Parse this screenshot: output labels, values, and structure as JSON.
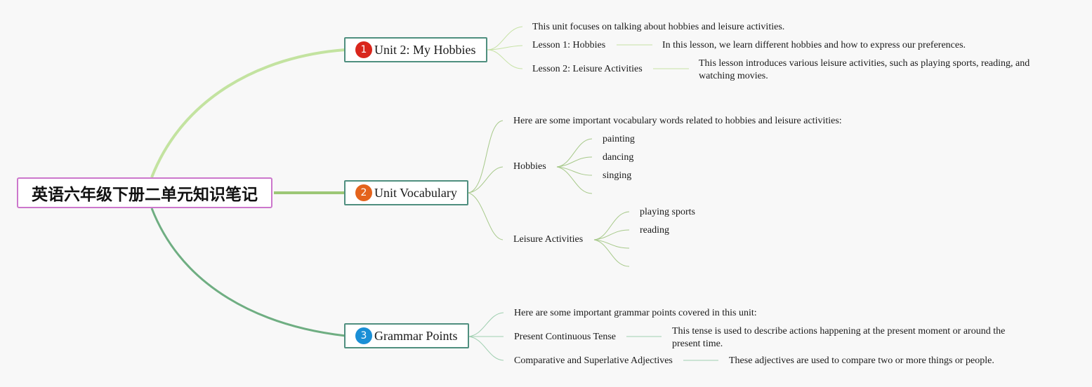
{
  "root": {
    "title": "英语六年级下册二单元知识笔记"
  },
  "branches": [
    {
      "badge": "1",
      "title": "Unit 2: My Hobbies"
    },
    {
      "badge": "2",
      "title": "Unit Vocabulary"
    },
    {
      "badge": "3",
      "title": "Grammar Points"
    }
  ],
  "hobbies": {
    "intro": "This unit focuses on talking about hobbies and leisure activities.",
    "lesson1": {
      "label": "Lesson 1: Hobbies",
      "desc": "In this lesson, we learn different hobbies and how to express our preferences."
    },
    "lesson2": {
      "label": "Lesson 2: Leisure Activities",
      "desc": "This lesson introduces various leisure activities, such as playing sports, reading, and watching movies."
    }
  },
  "vocabulary": {
    "intro": "Here are some important vocabulary words related to hobbies and leisure activities:",
    "hobbies": {
      "label": "Hobbies",
      "items": [
        "painting",
        "dancing",
        "singing"
      ]
    },
    "leisure": {
      "label": "Leisure Activities",
      "items": [
        "playing sports",
        "reading"
      ]
    }
  },
  "grammar": {
    "intro": "Here are some important grammar points covered in this unit:",
    "present": {
      "label": "Present Continuous Tense",
      "desc": "This tense is used to describe actions happening at the present moment or around the present time."
    },
    "comparative": {
      "label": "Comparative and Superlative Adjectives",
      "desc": "These adjectives are used to compare two or more things or people."
    }
  },
  "colors": {
    "branch1": "#c3e3a0",
    "branch2": "#9cc776",
    "branch3": "#6fae82",
    "node_border": "#4f8f7f",
    "root_border": "#cc77cc"
  }
}
